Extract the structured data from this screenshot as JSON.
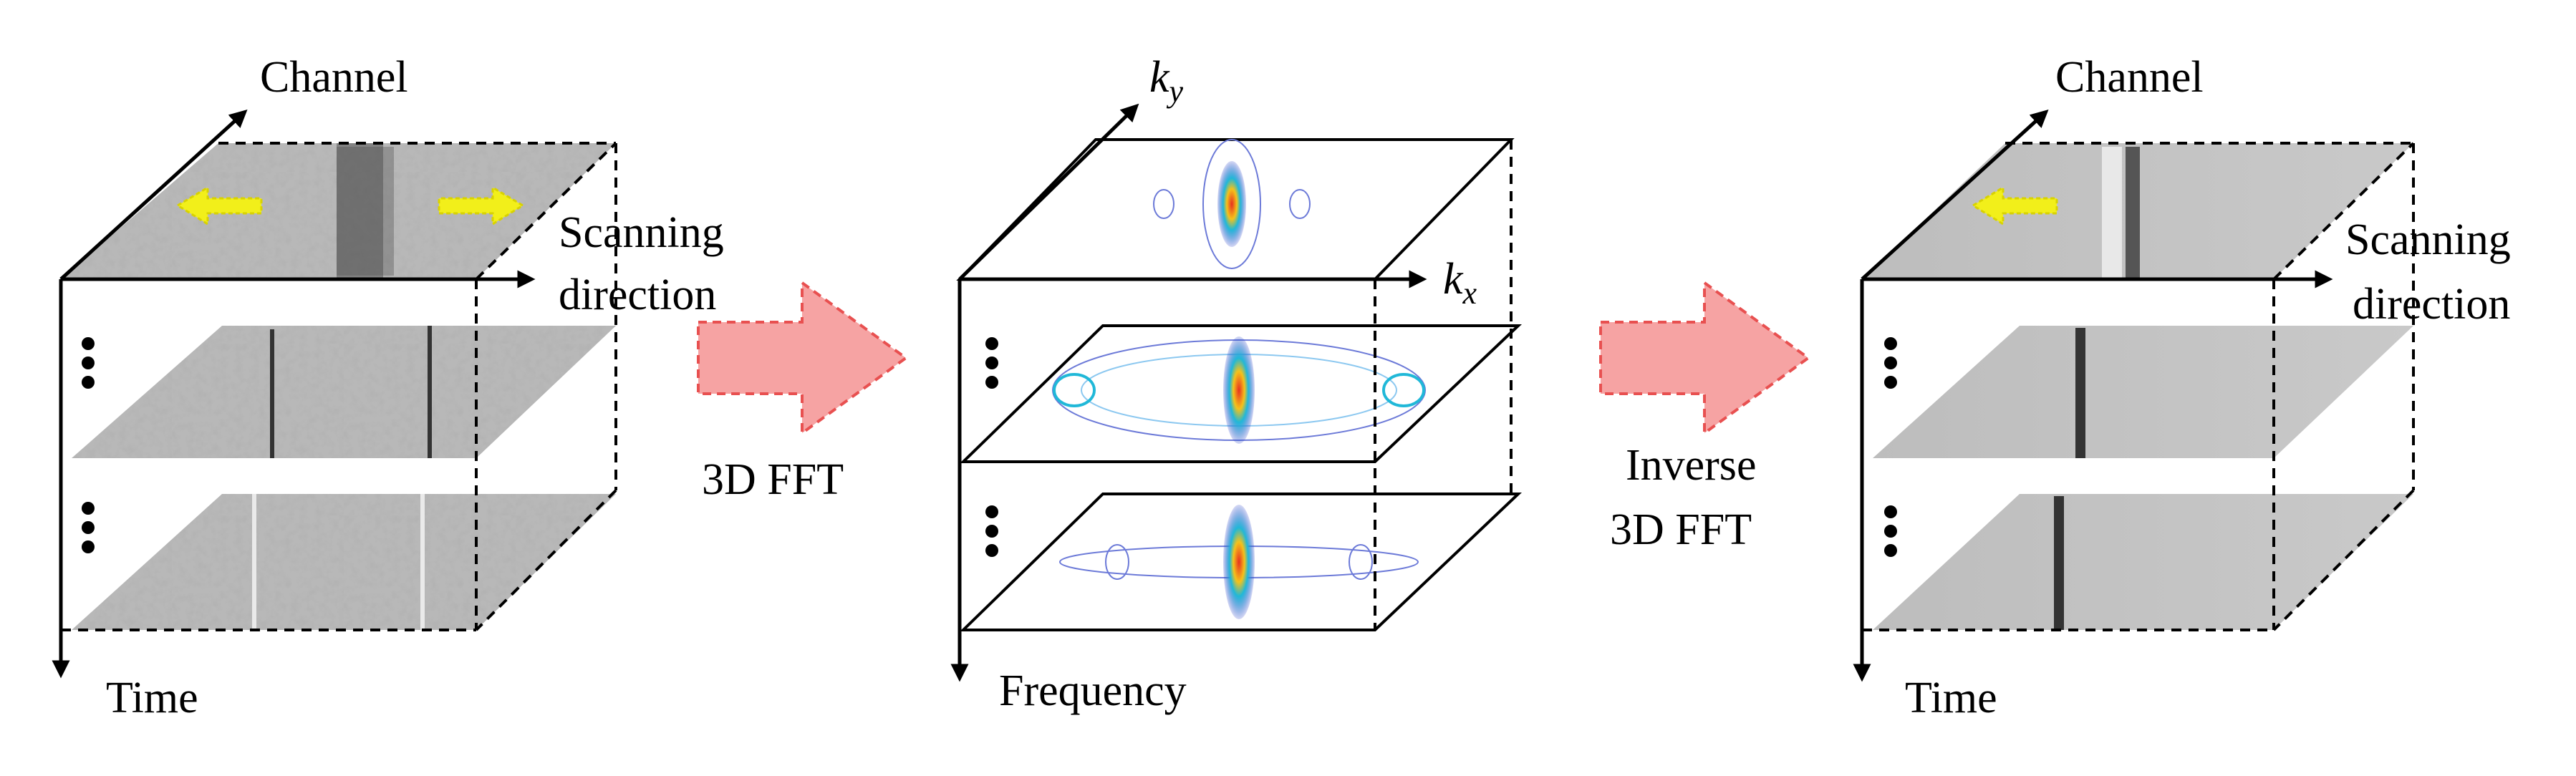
{
  "panels": {
    "input": {
      "axis_top": "Channel",
      "axis_right_line1": "Scanning",
      "axis_right_line2": "direction",
      "axis_down": "Time"
    },
    "spectrum": {
      "axis_top_base": "k",
      "axis_top_sub": "y",
      "axis_right_base": "k",
      "axis_right_sub": "x",
      "axis_down": "Frequency"
    },
    "output": {
      "axis_top": "Channel",
      "axis_right_line1": "Scanning",
      "axis_right_line2": "direction",
      "axis_down": "Time"
    }
  },
  "steps": {
    "forward": "3D FFT",
    "inverse_line1": "Inverse",
    "inverse_line2": "3D FFT"
  },
  "colors": {
    "transition_arrow_fill": "#f6a3a3",
    "transition_arrow_edge": "#e85050",
    "direction_arrow": "#f2ef1a",
    "contour_outer": "#6c7ad8",
    "contour_mid": "#20b8d8",
    "contour_core": "#e83020"
  }
}
